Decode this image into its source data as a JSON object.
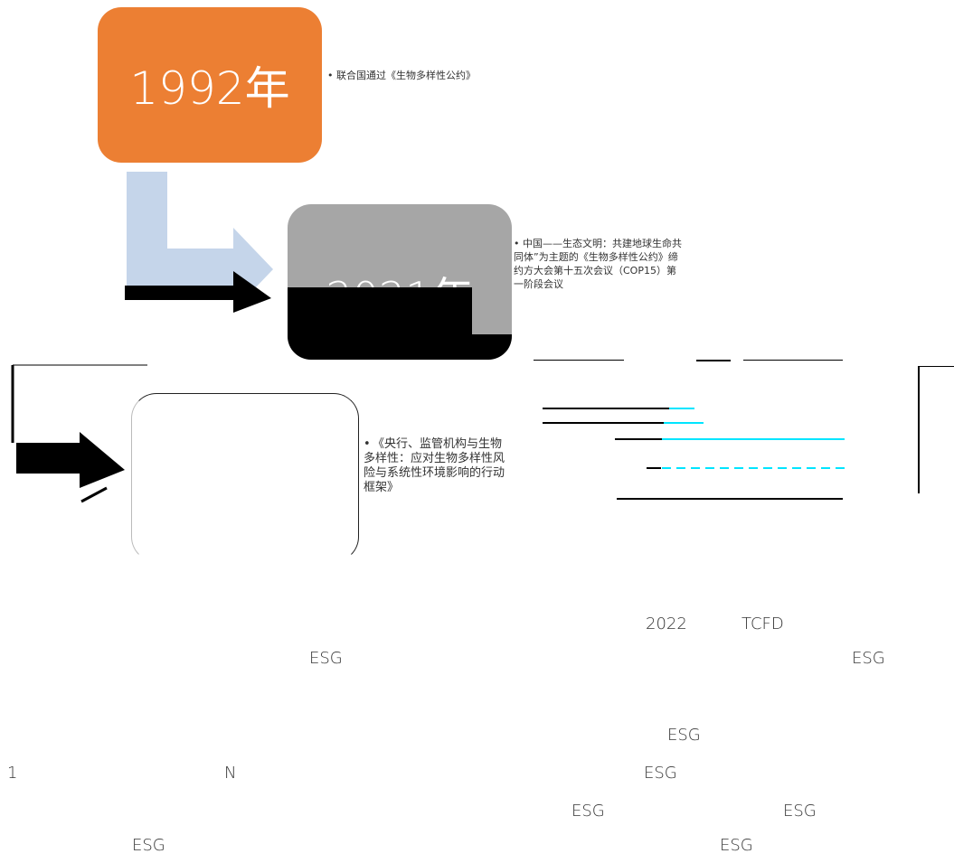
{
  "timeline": {
    "step1": {
      "year": "1992年",
      "bullet": "联合国通过《生物多样性公约》"
    },
    "step2": {
      "year": "2021年",
      "bullet": "中国——生态文明：共建地球生命共同体”为主题的《生物多样性公约》缔约方大会第十五次会议（COP15）第一阶段会议"
    },
    "step3": {
      "year": "",
      "bullet": "《央行、监管机构与生物多样性：应对生物多样性风险与系统性环境影响的行动框架》"
    }
  },
  "colors": {
    "orange": "#ec7f33",
    "gray": "#a6a6a6",
    "arrow_blue": "#c5d5ea",
    "cyan": "#00e5ff"
  },
  "paragraph": {
    "w_2022": "2022",
    "w_tcfd": "TCFD",
    "w_esg_1": "ESG",
    "w_esg_2": "ESG",
    "w_esg_3": "ESG",
    "w_1": "1",
    "w_n": "N",
    "w_esg_4": "ESG",
    "w_esg_5": "ESG",
    "w_esg_6": "ESG",
    "w_esg_7": "ESG",
    "w_esg_8": "ESG"
  }
}
